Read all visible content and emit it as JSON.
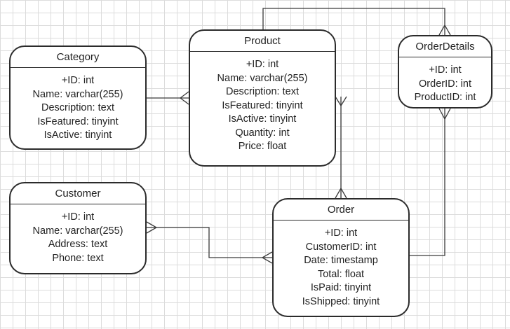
{
  "entities": {
    "category": {
      "title": "Category",
      "fields": [
        "+ID: int",
        "Name: varchar(255)",
        "Description: text",
        "IsFeatured: tinyint",
        "IsActive: tinyint"
      ]
    },
    "product": {
      "title": "Product",
      "fields": [
        "+ID: int",
        "Name: varchar(255)",
        "Description: text",
        "IsFeatured: tinyint",
        "IsActive: tinyint",
        "Quantity: int",
        "Price: float"
      ]
    },
    "orderdetails": {
      "title": "OrderDetails",
      "fields": [
        "+ID: int",
        "OrderID: int",
        "ProductID: int"
      ]
    },
    "customer": {
      "title": "Customer",
      "fields": [
        "+ID: int",
        "Name: varchar(255)",
        "Address: text",
        "Phone: text"
      ]
    },
    "order": {
      "title": "Order",
      "fields": [
        "+ID: int",
        "CustomerID: int",
        "Date: timestamp",
        "Total: float",
        "IsPaid: tinyint",
        "IsShipped: tinyint"
      ]
    }
  }
}
